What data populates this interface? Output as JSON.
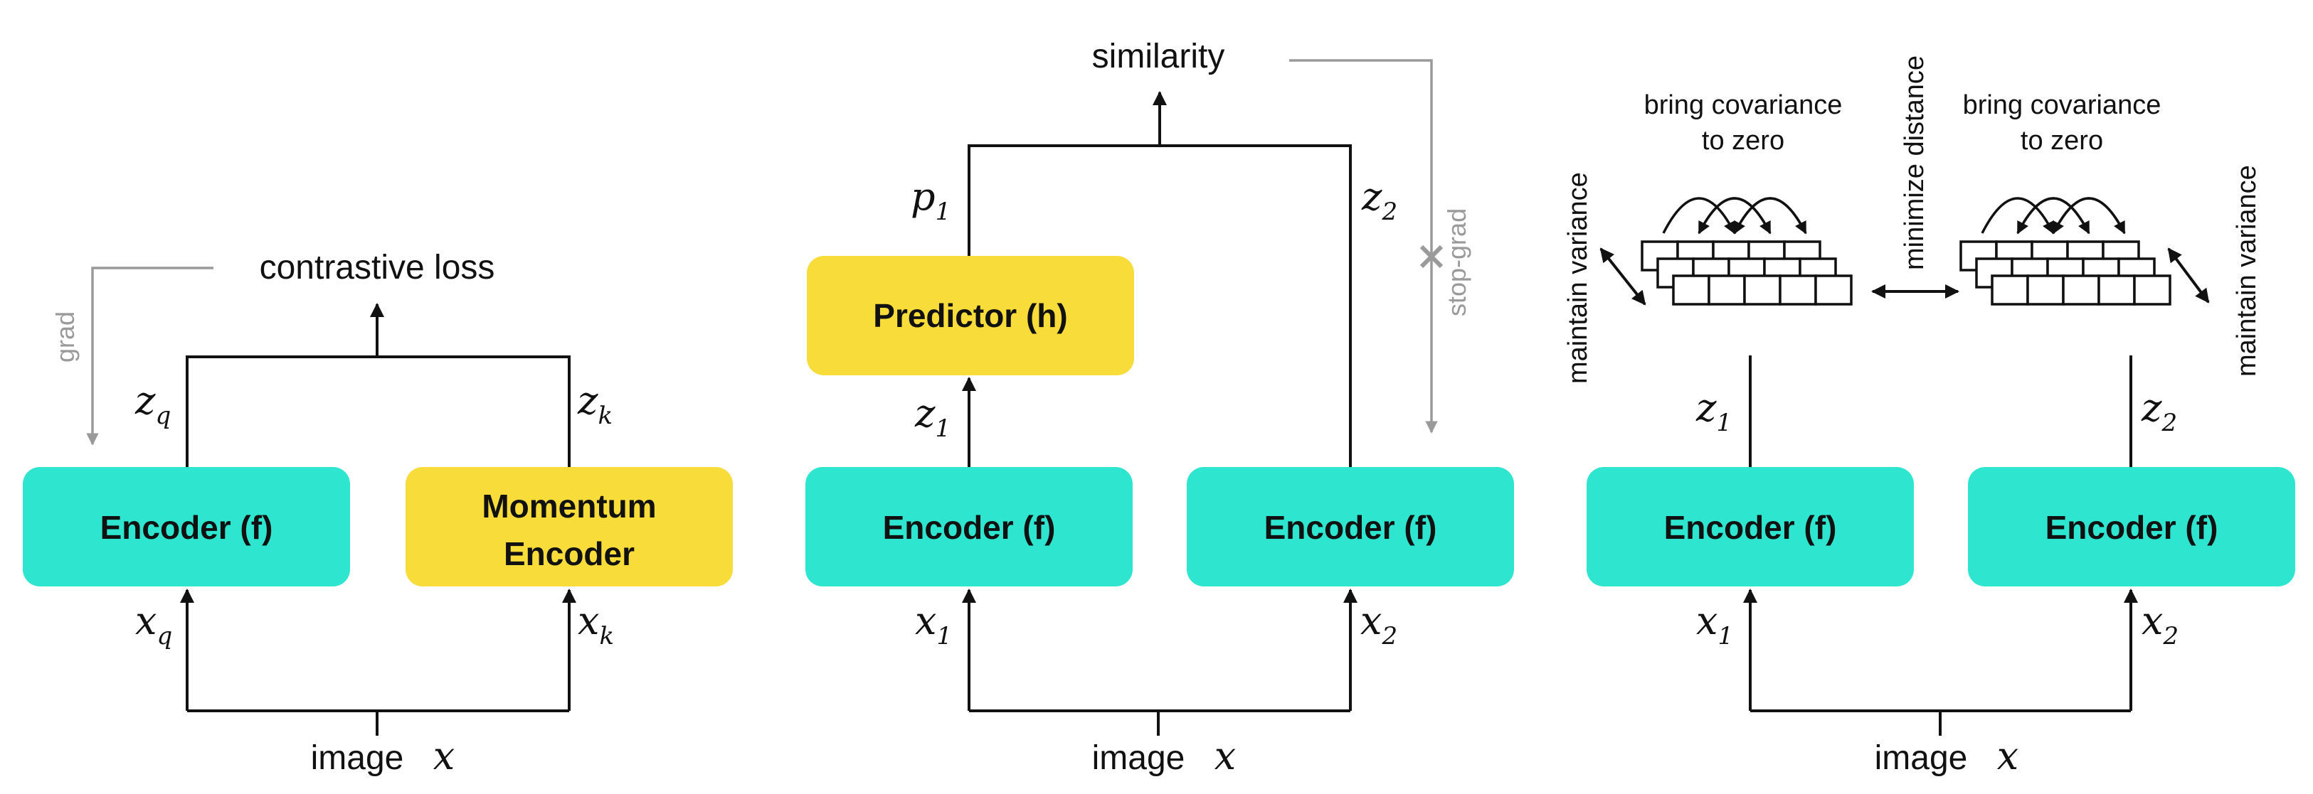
{
  "colors": {
    "encoder": "#2EE6CF",
    "highlight": "#F7DC3A",
    "line": "#111111",
    "gray": "#9a9a9a"
  },
  "panels": {
    "moco": {
      "encoder_label": "Encoder (f)",
      "momentum_line1": "Momentum",
      "momentum_line2": "Encoder",
      "loss_label": "contrastive loss",
      "grad_label": "grad",
      "input_label": "image",
      "input_var": "x",
      "xq_base": "x",
      "xq_sub": "q",
      "xk_base": "x",
      "xk_sub": "k",
      "zq_base": "z",
      "zq_sub": "q",
      "zk_base": "z",
      "zk_sub": "k"
    },
    "simsiam": {
      "encoder1_label": "Encoder (f)",
      "encoder2_label": "Encoder (f)",
      "predictor_label": "Predictor (h)",
      "similarity_label": "similarity",
      "stopgrad_label": "stop-grad",
      "input_label": "image",
      "input_var": "x",
      "x1_base": "x",
      "x1_sub": "1",
      "x2_base": "x",
      "x2_sub": "2",
      "z1_base": "z",
      "z1_sub": "1",
      "z2_base": "z",
      "z2_sub": "2",
      "p1_base": "p",
      "p1_sub": "1"
    },
    "vicreg": {
      "encoder1_label": "Encoder (f)",
      "encoder2_label": "Encoder (f)",
      "cov_left_line1": "bring covariance",
      "cov_left_line2": "to zero",
      "cov_right_line1": "bring covariance",
      "cov_right_line2": "to zero",
      "min_distance": "minimize distance",
      "maintain_left": "maintain variance",
      "maintain_right": "maintain variance",
      "input_label": "image",
      "input_var": "x",
      "x1_base": "x",
      "x1_sub": "1",
      "x2_base": "x",
      "x2_sub": "2",
      "z1_base": "z",
      "z1_sub": "1",
      "z2_base": "z",
      "z2_sub": "2"
    }
  }
}
